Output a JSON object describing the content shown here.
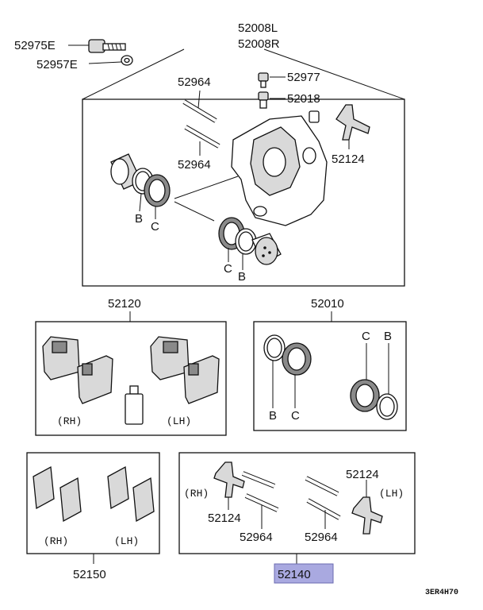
{
  "parts": {
    "bolt": "52975E",
    "washer": "52957E",
    "caliper_l": "52008L",
    "caliper_r": "52008R",
    "bleeder_cap": "52977",
    "bleeder": "52018",
    "pin_top": "52964",
    "pin_bottom": "52964",
    "spring_top": "52124",
    "pad_set": "52120",
    "seal_kit": "52010",
    "shim_set": "52150",
    "pin_kit": "52140",
    "pin_kit_spring_l": "52124",
    "pin_kit_spring_r": "52124",
    "pin_kit_pin_l": "52964",
    "pin_kit_pin_r": "52964"
  },
  "letters": {
    "b1": "B",
    "c1": "C",
    "c2": "C",
    "b2": "B",
    "sk_b1": "B",
    "sk_c1": "C",
    "sk_c2": "C",
    "sk_b2": "B"
  },
  "sides": {
    "pad_rh": "(RH)",
    "pad_lh": "(LH)",
    "shim_rh": "(RH)",
    "shim_lh": "(LH)",
    "kit_rh": "(RH)",
    "kit_lh": "(LH)"
  },
  "diagram_code": "3ER4H70",
  "colors": {
    "highlight": "#a9a9e0",
    "line": "#111111"
  }
}
